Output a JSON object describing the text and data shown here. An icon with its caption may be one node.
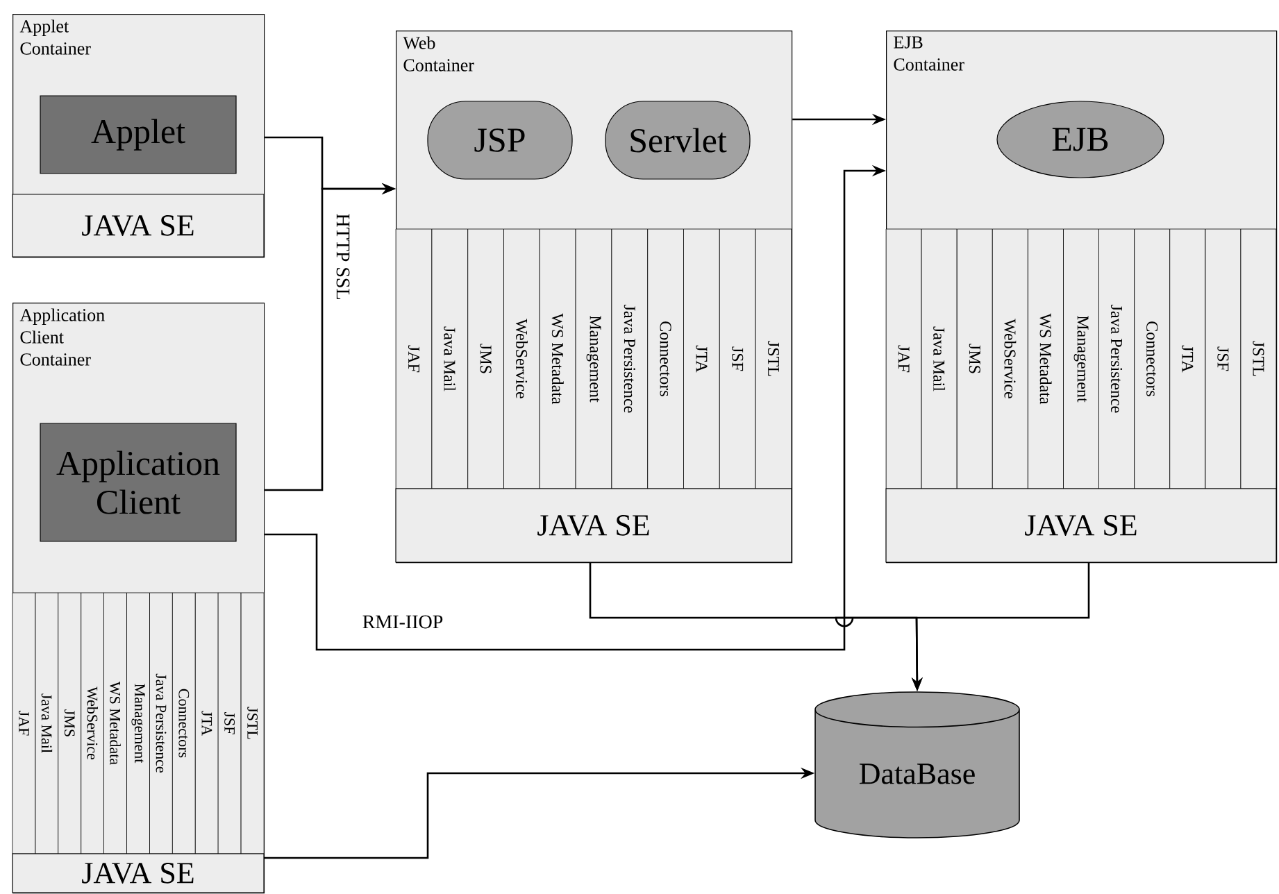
{
  "diagram": {
    "nodes": [
      {
        "text": [
          "Applet Container"
        ]
      },
      {
        "text": [
          "Applet"
        ],
        "in": 0
      },
      {
        "text": [
          "JAVA SE"
        ],
        "in": 0
      },
      {
        "text": [
          "Application Client Container"
        ]
      },
      {
        "text": [
          "Application Client"
        ],
        "in": 3
      },
      {
        "text": [
          "JAF"
        ],
        "in": 3
      },
      {
        "text": [
          "Java Mail"
        ],
        "in": 3
      },
      {
        "text": [
          "JMS"
        ],
        "in": 3
      },
      {
        "text": [
          "WebService"
        ],
        "in": 3
      },
      {
        "text": [
          "WS Metadata"
        ],
        "in": 3
      },
      {
        "text": [
          "Management"
        ],
        "in": 3
      },
      {
        "text": [
          "Java Persistence"
        ],
        "in": 3
      },
      {
        "text": [
          "Connectors"
        ],
        "in": 3
      },
      {
        "text": [
          "JTA"
        ],
        "in": 3
      },
      {
        "text": [
          "JSF"
        ],
        "in": 3
      },
      {
        "text": [
          "JSTL"
        ],
        "in": 3
      },
      {
        "text": [
          "JAVA SE"
        ],
        "in": 3
      },
      {
        "text": [
          "Web Container"
        ]
      },
      {
        "text": [
          "JSP"
        ],
        "in": 17
      },
      {
        "text": [
          "Servlet"
        ],
        "in": 17
      },
      {
        "text": [
          "JAF"
        ],
        "in": 17
      },
      {
        "text": [
          "Java Mail"
        ],
        "in": 17
      },
      {
        "text": [
          "JMS"
        ],
        "in": 17
      },
      {
        "text": [
          "WebService"
        ],
        "in": 17
      },
      {
        "text": [
          "WS Metadata"
        ],
        "in": 17
      },
      {
        "text": [
          "Management"
        ],
        "in": 17
      },
      {
        "text": [
          "Java Persistence"
        ],
        "in": 17
      },
      {
        "text": [
          "Connectors"
        ],
        "in": 17
      },
      {
        "text": [
          "JTA"
        ],
        "in": 17
      },
      {
        "text": [
          "JSF"
        ],
        "in": 17
      },
      {
        "text": [
          "JSTL"
        ],
        "in": 17
      },
      {
        "text": [
          "JAVA SE"
        ],
        "in": 17
      },
      {
        "text": [
          "EJB Container"
        ]
      },
      {
        "text": [
          "EJB"
        ],
        "in": 32
      },
      {
        "text": [
          "JAF"
        ],
        "in": 32
      },
      {
        "text": [
          "Java Mail"
        ],
        "in": 32
      },
      {
        "text": [
          "JMS"
        ],
        "in": 32
      },
      {
        "text": [
          "WebService"
        ],
        "in": 32
      },
      {
        "text": [
          "WS Metadata"
        ],
        "in": 32
      },
      {
        "text": [
          "Management"
        ],
        "in": 32
      },
      {
        "text": [
          "Java Persistence"
        ],
        "in": 32
      },
      {
        "text": [
          "Connectors"
        ],
        "in": 32
      },
      {
        "text": [
          "JTA"
        ],
        "in": 32
      },
      {
        "text": [
          "JSF"
        ],
        "in": 32
      },
      {
        "text": [
          "JSTL"
        ],
        "in": 32
      },
      {
        "text": [
          "JAVA SE"
        ],
        "in": 32
      },
      {
        "text": [
          "DataBase"
        ]
      }
    ],
    "edges": [
      {
        "from": 0,
        "to": 17,
        "arrow": "to",
        "label": "HTTP SSL"
      },
      {
        "from": 3,
        "to": 17,
        "arrow": "to"
      },
      {
        "from": 17,
        "to": 32,
        "arrow": "to"
      },
      {
        "from": 3,
        "to": 32,
        "arrow": "to",
        "label": "RMI-IIOP"
      },
      {
        "from": 31,
        "to": 46,
        "arrow": "to"
      },
      {
        "from": 45,
        "to": 46,
        "arrow": "to"
      },
      {
        "from": 16,
        "to": 46,
        "arrow": "to"
      }
    ]
  }
}
